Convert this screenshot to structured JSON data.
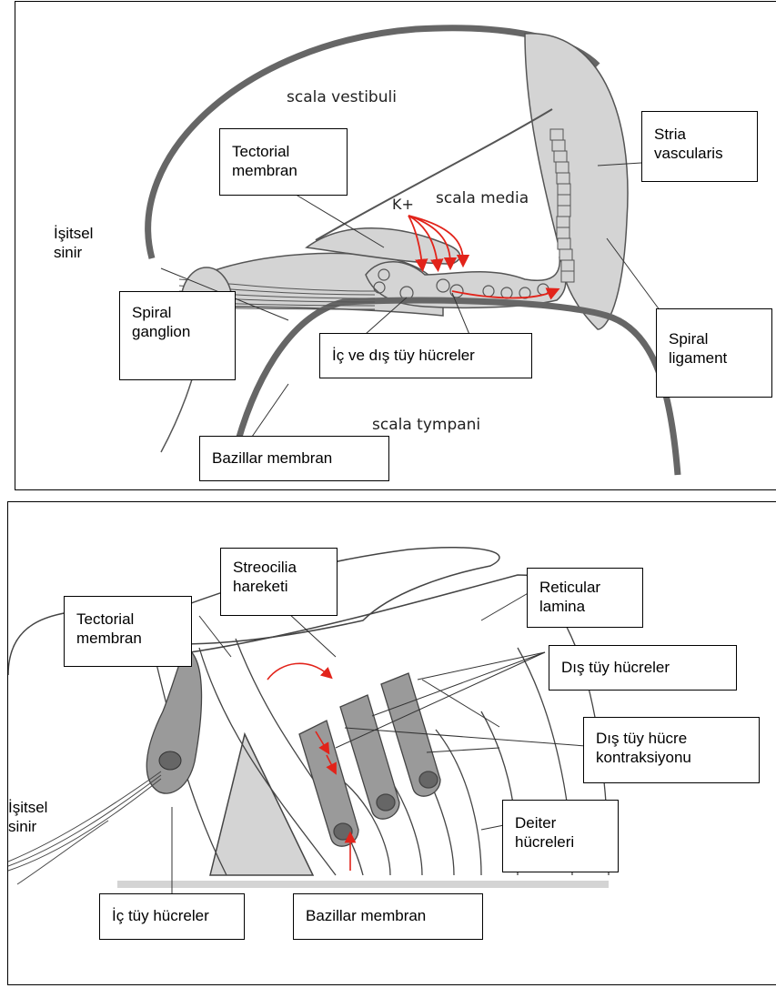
{
  "top_diagram": {
    "regions": {
      "scala_vestibuli": "scala vestibuli",
      "scala_media": "scala media",
      "scala_tympani": "scala tympani",
      "ion": "K+"
    },
    "labels": {
      "tectorial_membran": "Tectorial\nmembran",
      "stria_vascularis": "Stria\nvascularis",
      "isitsel_sinir": "İşitsel\nsinir",
      "spiral_ganglion": "Spiral\nganglion",
      "ic_dis_tuy": "İç ve dış tüy hücreler",
      "spiral_ligament": "Spiral\nligament",
      "bazillar_membran": "Bazillar membran"
    }
  },
  "bottom_diagram": {
    "labels": {
      "streocilia": "Streocilia\nhareketi",
      "tectorial_membran": "Tectorial\nmembran",
      "reticular_lamina": "Reticular\nlamina",
      "dis_tuy": "Dış tüy hücreler",
      "dis_tuy_kontraksiyon": "Dış tüy hücre\nkontraksiyonu",
      "deiter": "Deiter\nhücreleri",
      "isitsel_sinir": "İşitsel\nsinir",
      "ic_tuy": "İç tüy hücreler",
      "bazillar_membran": "Bazillar membran"
    }
  },
  "colors": {
    "tissue_fill": "#d4d4d4",
    "cell_fill": "#9a9a9a",
    "outline": "#555555",
    "arrow_red": "#e2231a"
  }
}
